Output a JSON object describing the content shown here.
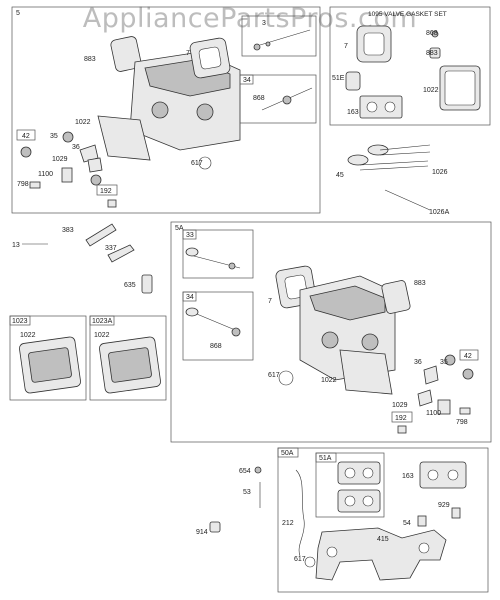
{
  "watermark": "AppliancePartsPros.com",
  "groups": {
    "g5": "5",
    "g5a": "5A",
    "g50a": "50A",
    "g51a": "51A",
    "g1023": "1023",
    "g1023a": "1023A",
    "valve_gasket_set": "1095 VALVE GASKET SET"
  },
  "callouts": {
    "c883a": "883",
    "c7a": "7",
    "c3a": "3",
    "c34a": "34",
    "c868a": "868",
    "c1022a": "1022",
    "c42a": "42",
    "c35a": "35",
    "c36a": "36",
    "c1029a": "1029",
    "c1100a": "1100",
    "c798a": "798",
    "c192a": "192",
    "c617a": "617",
    "c7b": "7",
    "c868b": "868",
    "c883b": "883",
    "c51e": "51E",
    "c1022b": "1022",
    "c163a": "163",
    "c45": "45",
    "c1026": "1026",
    "c1026a": "1026A",
    "c13": "13",
    "c383": "383",
    "c337": "337",
    "c635": "635",
    "c1022c": "1022",
    "c1022d": "1022",
    "c33": "33",
    "c34b": "34",
    "c868c": "868",
    "c7c": "7",
    "c883c": "883",
    "c617b": "617",
    "c1022e": "1022",
    "c36b": "36",
    "c35b": "35",
    "c42b": "42",
    "c1029b": "1029",
    "c192b": "192",
    "c1100b": "1100",
    "c798b": "798",
    "c654": "654",
    "c53": "53",
    "c914": "914",
    "c212": "212",
    "c163b": "163",
    "c929": "929",
    "c54": "54",
    "c415": "415",
    "c617c": "617"
  }
}
